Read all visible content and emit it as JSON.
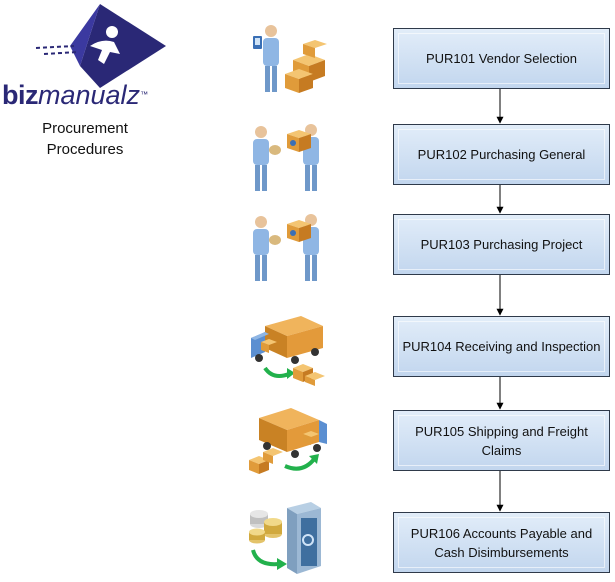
{
  "logo": {
    "prefix": "biz",
    "suffix": "manualz",
    "mark": "™"
  },
  "subtitle": {
    "line1": "Procurement",
    "line2": "Procedures"
  },
  "steps": [
    {
      "label": "PUR101 Vendor Selection",
      "icon": "person-with-boxes-icon"
    },
    {
      "label": "PUR102 Purchasing General",
      "icon": "two-people-exchange-icon"
    },
    {
      "label": "PUR103 Purchasing Project",
      "icon": "two-people-exchange-icon"
    },
    {
      "label": "PUR104 Receiving and Inspection",
      "icon": "delivery-truck-icon"
    },
    {
      "label": "PUR105 Shipping and Freight Claims",
      "icon": "delivery-truck-icon"
    },
    {
      "label": "PUR106 Accounts Payable and Cash Disimbursements",
      "icon": "safe-with-coins-icon"
    }
  ],
  "colors": {
    "box_top": "#e2edf9",
    "box_bottom": "#c2d6ee",
    "brand": "#2a2876",
    "arrow": "#22b14c"
  }
}
